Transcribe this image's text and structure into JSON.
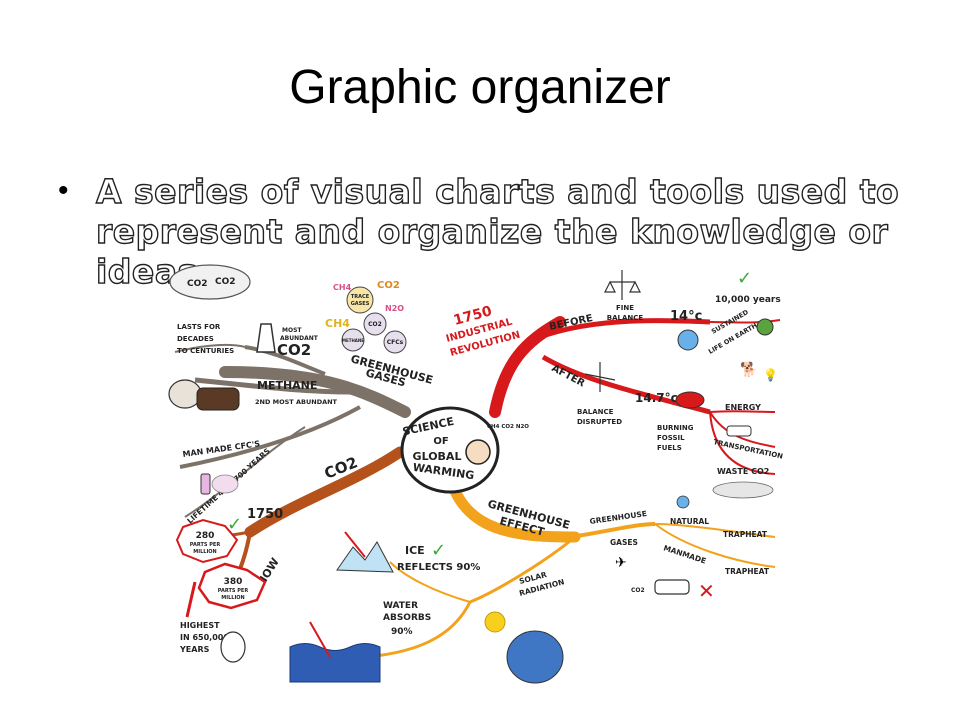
{
  "slide": {
    "title": "Graphic organizer",
    "bullet": "A series of visual charts and tools used to represent and organize the knowledge or ideas."
  },
  "mindmap": {
    "center": [
      "SCIENCE",
      "OF",
      "GLOBAL",
      "WARMING"
    ],
    "center_small": "CH4 CO2 N2O",
    "greenhouse_gases": {
      "label": [
        "GREENHOUSE",
        "GASES"
      ],
      "methane": "METHANE",
      "methane_rank": "2ND MOST ABUNDANT",
      "co2": "CO2",
      "co2_rank": [
        "MOST",
        "ABUNDANT"
      ],
      "lasts": [
        "LASTS FOR",
        "DECADES",
        "TO CENTURIES"
      ],
      "cfcs": "MAN MADE CFC'S",
      "lifetime": "LIFETIME 45-1,700 YEARS",
      "trace_gases": [
        "TRACE",
        "GASES"
      ],
      "gas_ch4": "CH4",
      "gas_co2": "CO2",
      "gas_n2o": "N2O",
      "gas_cfcs": "CFCs",
      "gas_methane": "METHANE",
      "cloud_co2": "CO2"
    },
    "co2_branch": {
      "label": "CO2",
      "year": "1750",
      "ppm_280": [
        "280",
        "PARTS PER",
        "MILLION"
      ],
      "now": "NOW",
      "ppm_380": [
        "380",
        "PARTS PER",
        "MILLION"
      ],
      "highest": [
        "HIGHEST",
        "IN 650,000",
        "YEARS"
      ]
    },
    "revolution": {
      "label": [
        "1750",
        "INDUSTRIAL",
        "REVOLUTION"
      ],
      "before": "BEFORE",
      "after": "AFTER",
      "fine_balance": [
        "FINE",
        "BALANCE"
      ],
      "temp_before": "14°c",
      "years": "10,000 years",
      "sustained": [
        "SUSTAINED",
        "LIFE ON EARTH"
      ],
      "balance_disrupted": [
        "BALANCE",
        "DISRUPTED"
      ],
      "temp_after": "14.7°c",
      "burning": [
        "BURNING",
        "FOSSIL",
        "FUELS"
      ],
      "energy": "ENERGY",
      "transportation": "TRANSPORTATION",
      "waste": "WASTE CO2"
    },
    "effect": {
      "label": [
        "GREENHOUSE",
        "EFFECT"
      ],
      "greenhouse_gases": [
        "GREENHOUSE",
        "GASES"
      ],
      "natural": "NATURAL",
      "manmade": "MANMADE",
      "trapheat_1": "TRAPHEAT",
      "trapheat_2": "TRAPHEAT",
      "solar": [
        "SOLAR",
        "RADIATION"
      ],
      "ice": [
        "ICE",
        "REFLECTS 90%"
      ],
      "water": [
        "WATER",
        "ABSORBS",
        "90%"
      ],
      "car_co2": "CO2"
    }
  },
  "colors": {
    "red_branch": "#d7191c",
    "brown_branch": "#b5521b",
    "gray_branch": "#7d7268",
    "orange_branch": "#f2a21b",
    "check_green": "#3aa93a"
  }
}
